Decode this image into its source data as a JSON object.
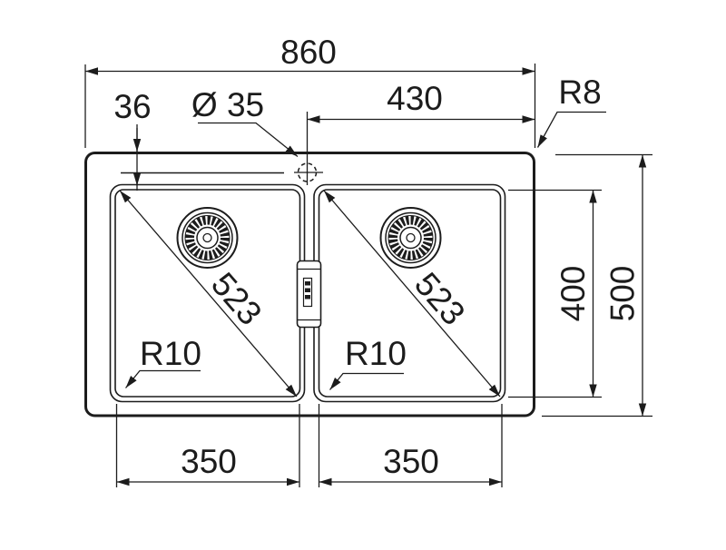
{
  "drawing": {
    "title": "Double bowl inset sink - dimensional technical drawing",
    "colors": {
      "line": "#1c1c1c",
      "background": "#ffffff"
    },
    "labels": {
      "overall_width": "860",
      "overall_depth": "500",
      "bowl_depth": "400",
      "bowl_width_left": "350",
      "bowl_width_right": "350",
      "bowl_diagonal_left": "523",
      "bowl_diagonal_right": "523",
      "edge_to_faucet_center": "36",
      "faucet_hole_diameter": "Ø 35",
      "faucet_center_to_right_edge": "430",
      "outer_corner_radius": "R8",
      "bowl_corner_radius_left": "R10",
      "bowl_corner_radius_right": "R10"
    }
  }
}
